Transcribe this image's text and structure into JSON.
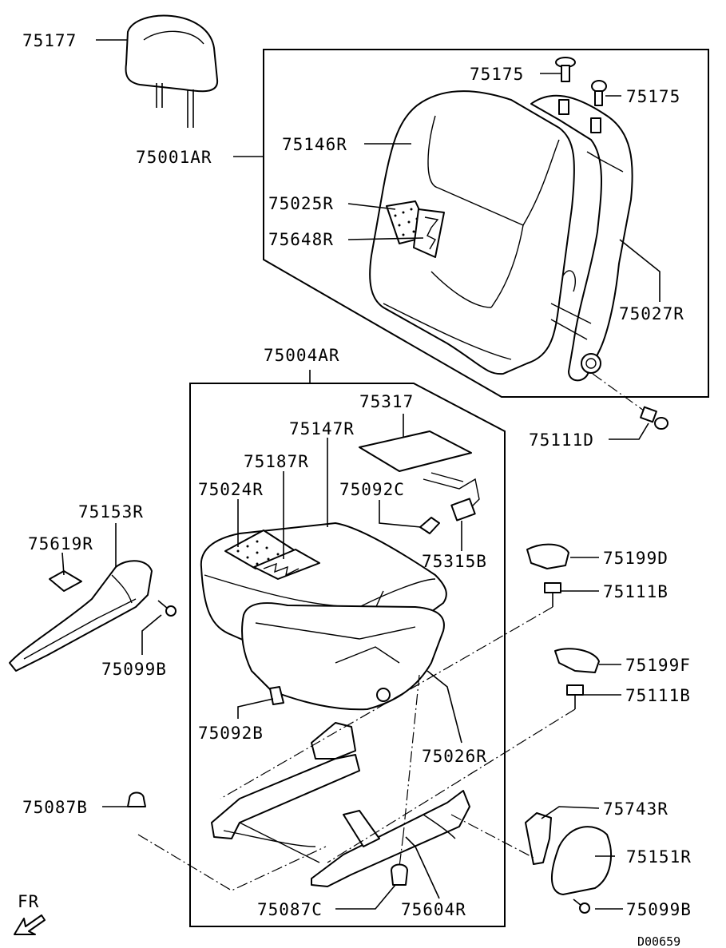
{
  "diagram_id": "D00659",
  "direction_label": "FR",
  "labels": {
    "p75177": "75177",
    "p75001AR": "75001AR",
    "p75146R": "75146R",
    "p75025R": "75025R",
    "p75648R": "75648R",
    "p75175_a": "75175",
    "p75175_b": "75175",
    "p75027R": "75027R",
    "p75111D": "75111D",
    "p75004AR": "75004AR",
    "p75317": "75317",
    "p75147R": "75147R",
    "p75187R": "75187R",
    "p75024R": "75024R",
    "p75092C": "75092C",
    "p75315B": "75315B",
    "p75153R": "75153R",
    "p75619R": "75619R",
    "p75099B_a": "75099B",
    "p75199D": "75199D",
    "p75111B_a": "75111B",
    "p75199F": "75199F",
    "p75111B_b": "75111B",
    "p75092B": "75092B",
    "p75026R": "75026R",
    "p75087B": "75087B",
    "p75743R": "75743R",
    "p75151R": "75151R",
    "p75099B_b": "75099B",
    "p75087C": "75087C",
    "p75604R": "75604R"
  }
}
